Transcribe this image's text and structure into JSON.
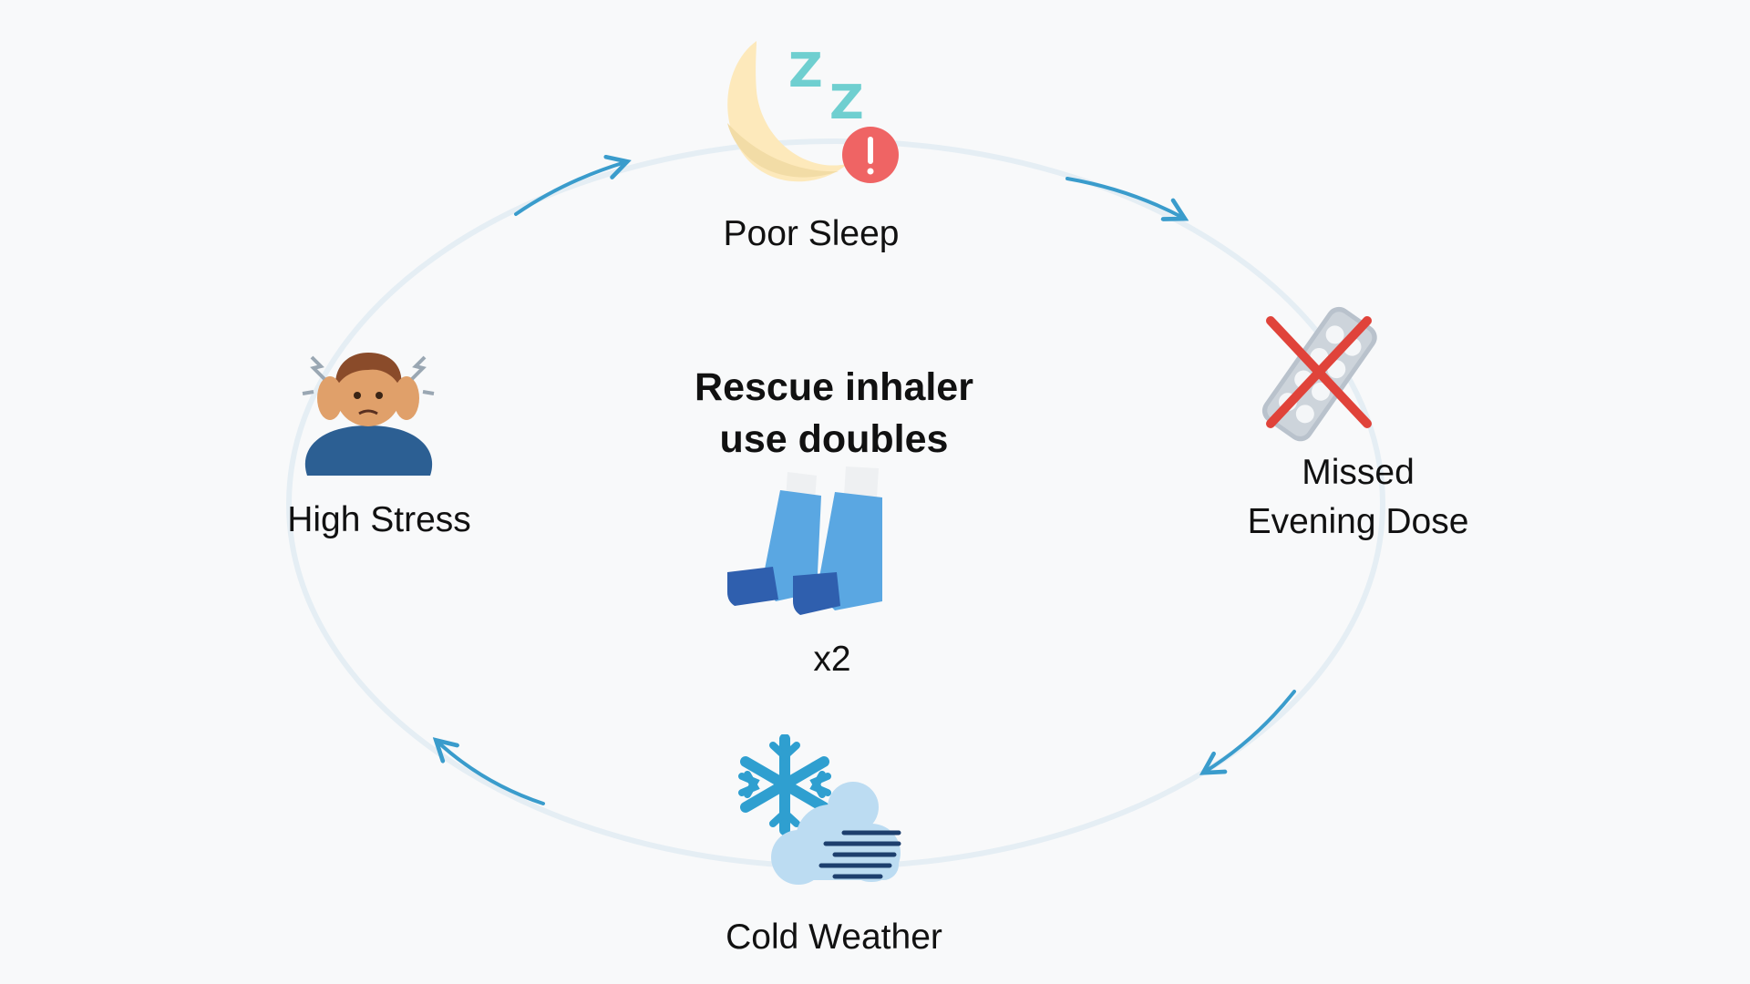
{
  "center": {
    "title_line1": "Rescue inhaler",
    "title_line2": "use doubles",
    "multiplier": "x2",
    "icon": "inhaler-icon"
  },
  "nodes": [
    {
      "label": "Poor Sleep",
      "icon": "moon-sleep-warning-icon"
    },
    {
      "label_line1": "Missed",
      "label_line2": "Evening Dose",
      "icon": "crossed-pills-icon"
    },
    {
      "label": "Cold Weather",
      "icon": "snowflake-cloud-icon"
    },
    {
      "label": "High Stress",
      "icon": "stressed-person-icon"
    }
  ],
  "colors": {
    "cycle_ring": "#e5eef4",
    "arrow": "#3a9ccc",
    "background": "#f8f9fa"
  }
}
